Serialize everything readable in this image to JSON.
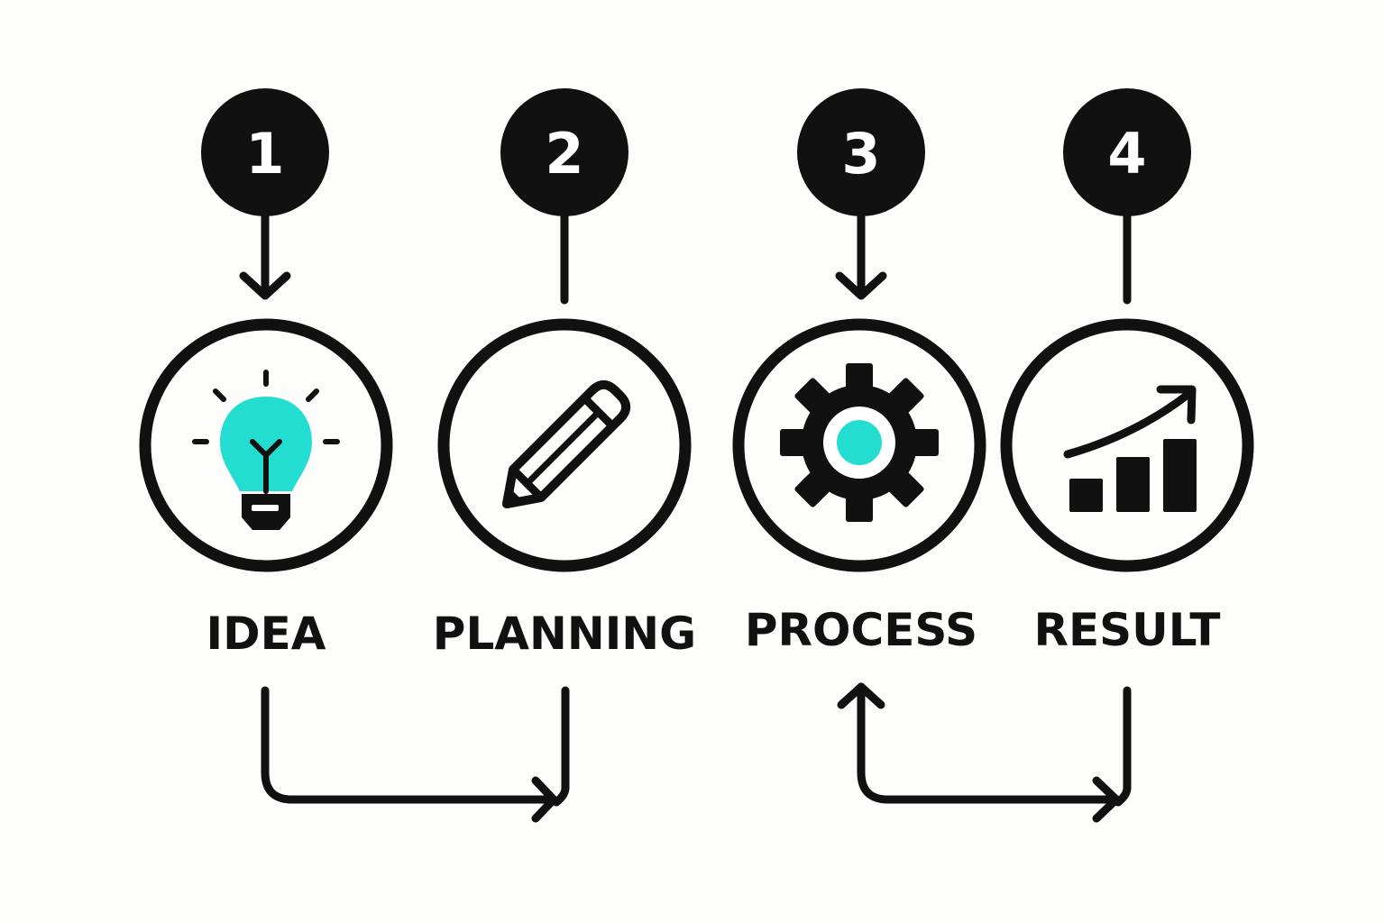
{
  "colors": {
    "background": "#fdfdfb",
    "ink": "#111111",
    "accent": "#22ddd0"
  },
  "steps": [
    {
      "number": "1",
      "label": "IDEA",
      "icon": "lightbulb-icon"
    },
    {
      "number": "2",
      "label": "PLANNING",
      "icon": "pencil-icon"
    },
    {
      "number": "3",
      "label": "PROCESS",
      "icon": "gear-icon"
    },
    {
      "number": "4",
      "label": "RESULT",
      "icon": "growth-chart-icon"
    }
  ]
}
